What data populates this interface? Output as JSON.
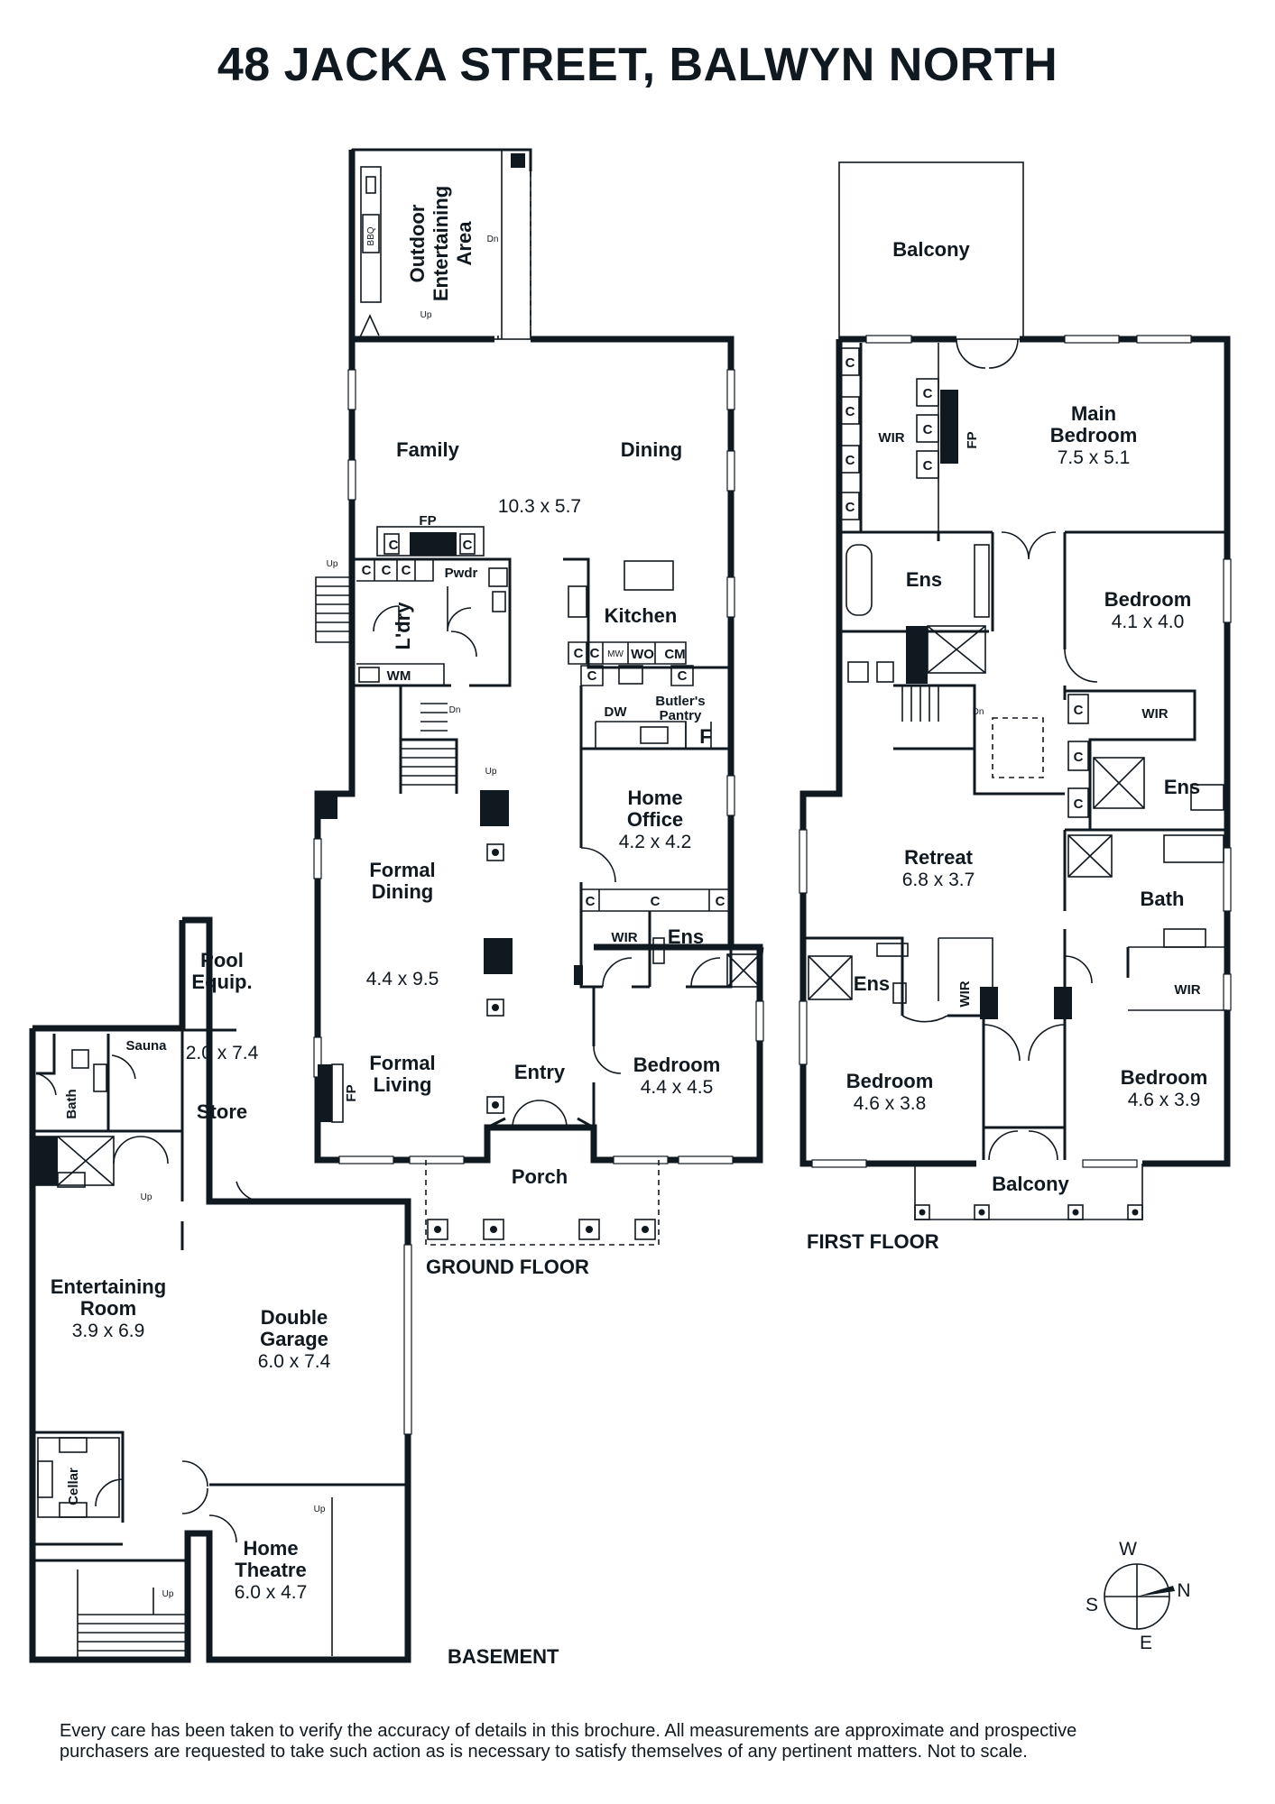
{
  "title": "48 JACKA STREET, BALWYN NORTH",
  "floors": {
    "ground": "GROUND FLOOR",
    "first": "FIRST FLOOR",
    "basement": "BASEMENT"
  },
  "rooms": {
    "outdoor_line1": "Outdoor",
    "outdoor_line2": "Entertaining",
    "outdoor_line3": "Area",
    "bbq": "BBQ",
    "family": "Family",
    "dining": "Dining",
    "family_dining_size": "10.3 x 5.7",
    "fp": "FP",
    "pwdr": "Pwdr",
    "ldry": "L'dry",
    "wm": "WM",
    "kitchen": "Kitchen",
    "mw": "MW",
    "wo": "WO",
    "cm": "CM",
    "dw": "DW",
    "butlers_line1": "Butler's",
    "butlers_line2": "Pantry",
    "fridge": "F",
    "home_office_line1": "Home",
    "home_office_line2": "Office",
    "home_office_size": "4.2 x 4.2",
    "formal_dining_line1": "Formal",
    "formal_dining_line2": "Dining",
    "formal_size": "4.4 x 9.5",
    "formal_living_line1": "Formal",
    "formal_living_line2": "Living",
    "entry": "Entry",
    "wir": "WIR",
    "ens": "Ens",
    "bedroom": "Bedroom",
    "gf_bedroom_size": "4.4 x 4.5",
    "porch": "Porch",
    "pool_line1": "Pool",
    "pool_line2": "Equip.",
    "pool_size": "2.0 x 7.4",
    "store": "Store",
    "sauna": "Sauna",
    "bath": "Bath",
    "entertaining_line1": "Entertaining",
    "entertaining_line2": "Room",
    "entertaining_size": "3.9 x 6.9",
    "garage_line1": "Double",
    "garage_line2": "Garage",
    "garage_size": "6.0 x 7.4",
    "cellar": "Cellar",
    "theatre_line1": "Home",
    "theatre_line2": "Theatre",
    "theatre_size": "6.0 x 4.7",
    "balcony": "Balcony",
    "main_bed_line1": "Main",
    "main_bed_line2": "Bedroom",
    "main_bed_size": "7.5 x 5.1",
    "bed_size_4140": "4.1 x 4.0",
    "retreat": "Retreat",
    "retreat_size": "6.8 x 3.7",
    "bed_size_4638": "4.6 x 3.8",
    "bed_size_4639": "4.6 x 3.9",
    "cupboard": "C",
    "shower": "S"
  },
  "stairs": {
    "up": "Up",
    "down": "Dn"
  },
  "compass": {
    "n": "N",
    "s": "S",
    "e": "E",
    "w": "W"
  },
  "disclaimer_line1": "Every care has been taken to verify the accuracy of details in this brochure. All measurements are approximate and prospective",
  "disclaimer_line2": "purchasers are requested to take such action as is necessary to satisfy themselves of any pertinent matters. Not to scale."
}
